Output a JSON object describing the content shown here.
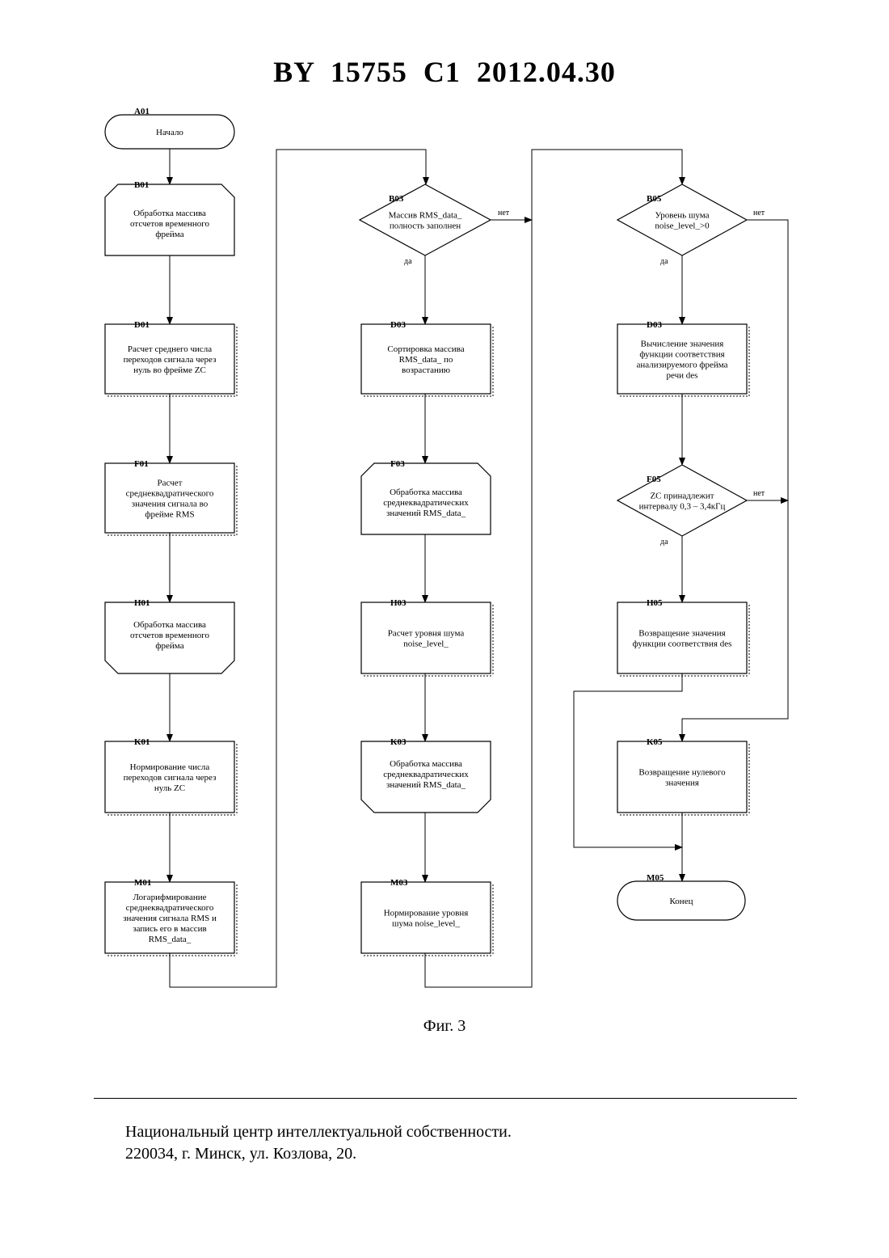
{
  "header": {
    "title": "BY  15755  C1  2012.04.30"
  },
  "figure": {
    "caption": "Фиг. 3",
    "yes_label": "да",
    "no_label": "нет",
    "blocks": [
      {
        "id": "A01",
        "text": [
          "Начало"
        ]
      },
      {
        "id": "B01",
        "text": [
          "Обработка массива",
          "отсчетов временного",
          "фрейма"
        ]
      },
      {
        "id": "D01",
        "text": [
          "Расчет среднего числа",
          "переходов сигнала через",
          "нуль во фрейме ZC"
        ]
      },
      {
        "id": "F01",
        "text": [
          "Расчет",
          "среднеквадратического",
          "значения сигнала во",
          "фрейме RMS"
        ]
      },
      {
        "id": "H01",
        "text": [
          "Обработка массива",
          "отсчетов временного",
          "фрейма"
        ]
      },
      {
        "id": "K01",
        "text": [
          "Нормирование числа",
          "переходов сигнала через",
          "нуль ZC"
        ]
      },
      {
        "id": "M01",
        "text": [
          "Логарифмирование",
          "среднеквадратического",
          "значения сигнала RMS и",
          "запись его в массив",
          "RMS_data_"
        ]
      },
      {
        "id": "B03",
        "text": [
          "Массив RMS_data_",
          "полность заполнен"
        ]
      },
      {
        "id": "D03",
        "text": [
          "Сортировка массива",
          "RMS_data_ по",
          "возрастанию"
        ]
      },
      {
        "id": "F03",
        "text": [
          "Обработка массива",
          "среднеквадратических",
          "значений RMS_data_"
        ]
      },
      {
        "id": "H03",
        "text": [
          "Расчет уровня шума",
          "noise_level_"
        ]
      },
      {
        "id": "K03",
        "text": [
          "Обработка массива",
          "среднеквадратических",
          "значений RMS_data_"
        ]
      },
      {
        "id": "M03",
        "text": [
          "Нормирование уровня",
          "шума noise_level_"
        ]
      },
      {
        "id": "B05",
        "text": [
          "Уровень шума",
          "noise_level_>0"
        ]
      },
      {
        "id": "D03",
        "text": [
          "Вычисление значения",
          "функции соответствия",
          "анализируемого фрейма",
          "речи des"
        ]
      },
      {
        "id": "F05",
        "text": [
          "ZC принадлежит",
          "интервалу 0,3 – 3,4кГц"
        ]
      },
      {
        "id": "H05",
        "text": [
          "Возвращение значения",
          "функции соответствия des"
        ]
      },
      {
        "id": "K05",
        "text": [
          "Возвращение нулевого",
          "значения"
        ]
      },
      {
        "id": "M05",
        "text": [
          "Конец"
        ]
      }
    ]
  },
  "footer": {
    "line1": "Национальный центр интеллектуальной собственности.",
    "line2": "220034, г. Минск, ул. Козлова, 20."
  }
}
